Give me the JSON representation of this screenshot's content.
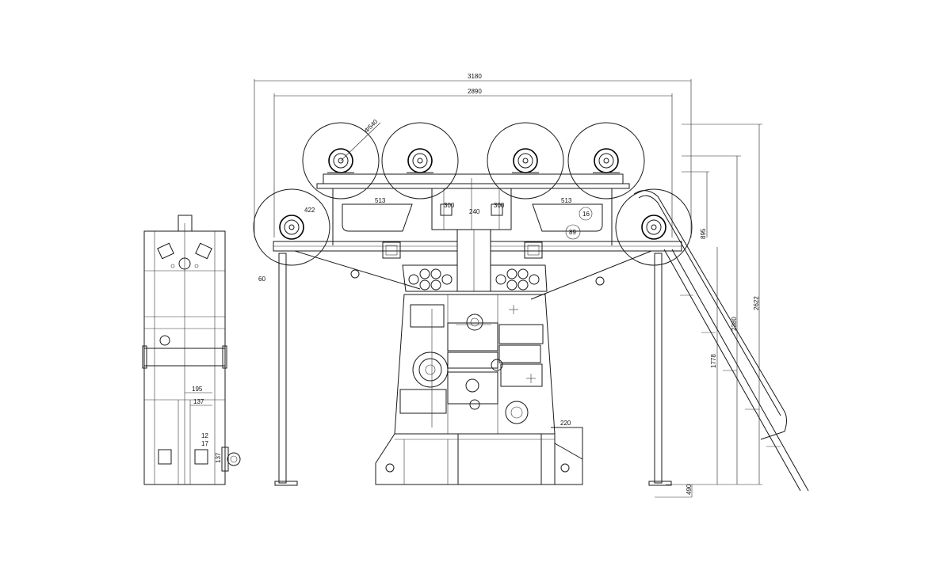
{
  "drawing": {
    "dimensions": {
      "overall_width": "3180",
      "inner_width": "2890",
      "wheel_dia": "Φ540",
      "height_total": "2622",
      "height_2": "2380",
      "height_3": "1778",
      "height_4": "895",
      "beam_left_len": "513",
      "beam_right_len": "513",
      "beam_mid_a": "300",
      "beam_mid_b": "300",
      "pitch_a": "240",
      "side_w1": "195",
      "side_w2": "137",
      "side_h1": "12",
      "side_h2": "17",
      "side_h3": "137",
      "base_w": "220",
      "wheel_r": "422",
      "r_small": "89",
      "pad_a": "60",
      "pad_b": "16",
      "base_mark": "490"
    }
  }
}
